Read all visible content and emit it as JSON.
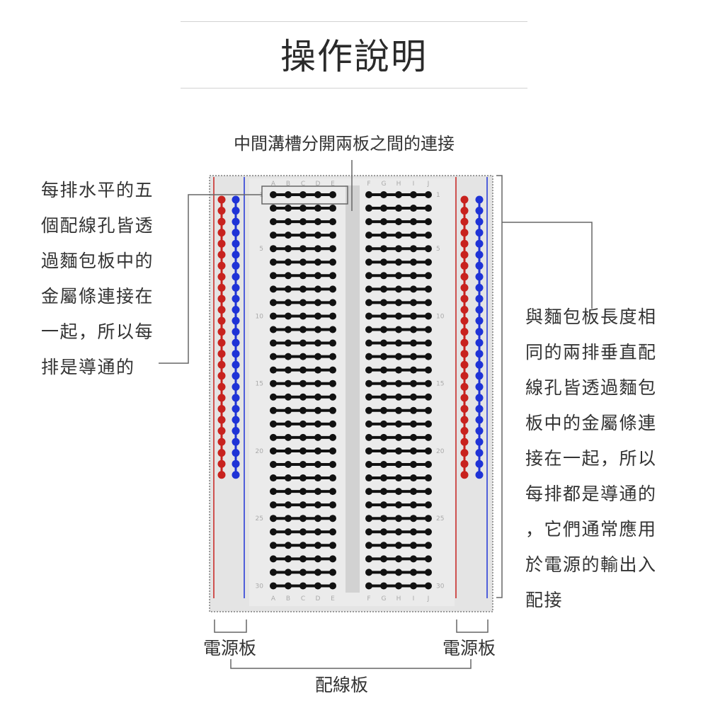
{
  "title": "操作說明",
  "top_caption": "中間溝槽分開兩板之間的連接",
  "left_caption_lines": [
    "每排水平的五",
    "個配線孔皆透",
    "過麵包板中的",
    "金屬條連接在",
    "一起，所以每",
    "排是導通的"
  ],
  "right_caption_lines": [
    "與麵包板長度相",
    "同的兩排垂直配",
    "線孔皆透過麵包",
    "板中的金屬條連",
    "接在一起，所以",
    "每排都是導通的",
    "，它們通常應用",
    "於電源的輸出入",
    "配接"
  ],
  "bottom_labels": {
    "power_left": "電源板",
    "power_right": "電源板",
    "wiring": "配線板"
  },
  "breadboard": {
    "rows": 30,
    "left_columns": [
      "A",
      "B",
      "C",
      "D",
      "E"
    ],
    "right_columns": [
      "F",
      "G",
      "H",
      "I",
      "J"
    ],
    "row_number_labels": [
      "1",
      "5",
      "10",
      "15",
      "20",
      "25",
      "30"
    ]
  },
  "colors": {
    "board": "#e4e4e4",
    "hole_strip": "#111111",
    "rail_red": "#c8221e",
    "rail_blue": "#1f33d6",
    "leader_line": "#666666"
  }
}
